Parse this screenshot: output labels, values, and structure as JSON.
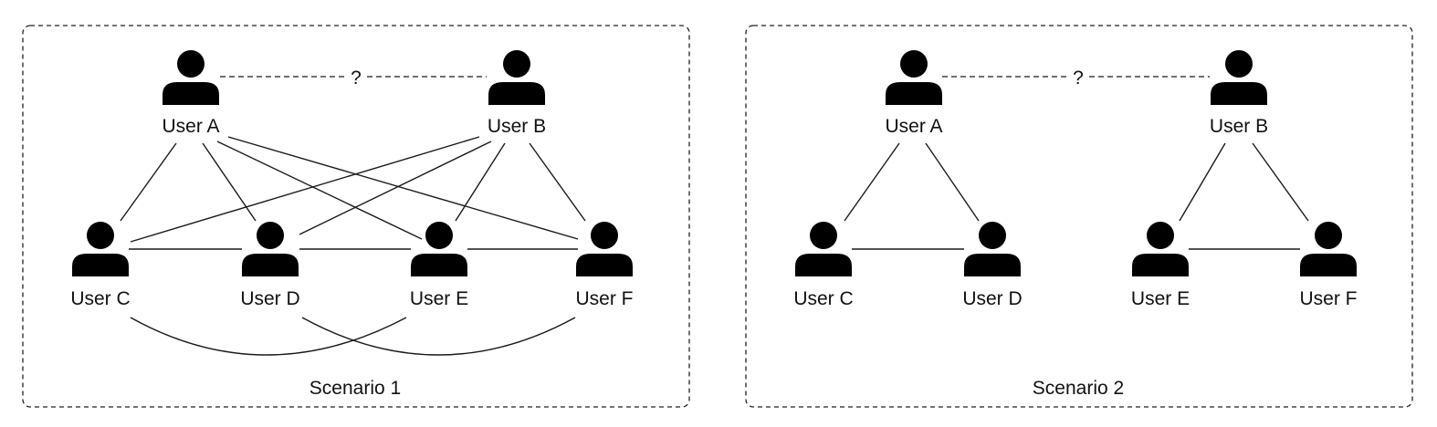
{
  "scenarios": [
    {
      "caption": "Scenario 1",
      "unknown_marker": "?",
      "users": [
        {
          "id": "A",
          "label": "User A"
        },
        {
          "id": "B",
          "label": "User B"
        },
        {
          "id": "C",
          "label": "User C"
        },
        {
          "id": "D",
          "label": "User D"
        },
        {
          "id": "E",
          "label": "User E"
        },
        {
          "id": "F",
          "label": "User F"
        }
      ],
      "unknown_link": [
        "A",
        "B"
      ],
      "links": [
        [
          "A",
          "C"
        ],
        [
          "A",
          "D"
        ],
        [
          "A",
          "E"
        ],
        [
          "A",
          "F"
        ],
        [
          "B",
          "C"
        ],
        [
          "B",
          "D"
        ],
        [
          "B",
          "E"
        ],
        [
          "B",
          "F"
        ],
        [
          "C",
          "D"
        ],
        [
          "D",
          "E"
        ],
        [
          "E",
          "F"
        ]
      ],
      "curved_links": [
        [
          "C",
          "E"
        ],
        [
          "D",
          "F"
        ]
      ]
    },
    {
      "caption": "Scenario 2",
      "unknown_marker": "?",
      "users": [
        {
          "id": "A",
          "label": "User A"
        },
        {
          "id": "B",
          "label": "User B"
        },
        {
          "id": "C",
          "label": "User C"
        },
        {
          "id": "D",
          "label": "User D"
        },
        {
          "id": "E",
          "label": "User E"
        },
        {
          "id": "F",
          "label": "User F"
        }
      ],
      "unknown_link": [
        "A",
        "B"
      ],
      "links": [
        [
          "A",
          "C"
        ],
        [
          "A",
          "D"
        ],
        [
          "B",
          "E"
        ],
        [
          "B",
          "F"
        ],
        [
          "C",
          "D"
        ],
        [
          "E",
          "F"
        ]
      ],
      "curved_links": []
    }
  ]
}
